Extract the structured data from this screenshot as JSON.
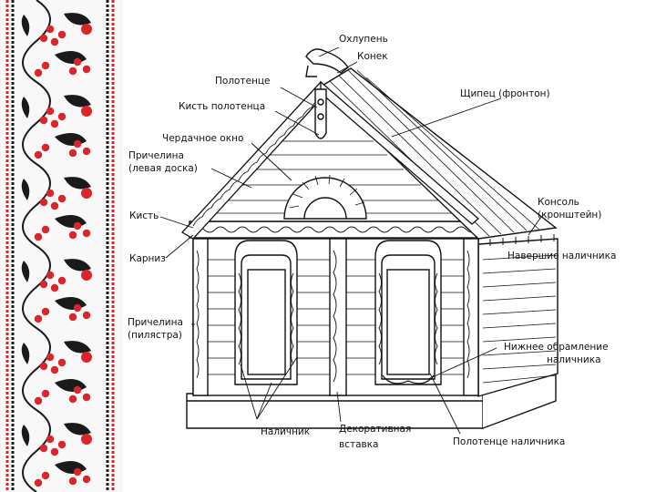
{
  "colors": {
    "red": "#d9262b",
    "dark": "#1a1a1a",
    "paper": "#f8f8f8",
    "ink": "#111111"
  },
  "labels": {
    "okhlupen": "Охлупень",
    "konek": "Конек",
    "polotentse": "Полотенце",
    "shchipets": "Щипец (фронтон)",
    "kist_polotentsa": "Кисть полотенца",
    "cherdachnoe_okno": "Чердачное окно",
    "prichelina_1": "Причелина",
    "prichelina_2": "(левая доска)",
    "konsol_1": "Консоль",
    "konsol_2": "(кронштейн)",
    "kist": "Кисть",
    "karniz": "Карниз",
    "navershie": "Навершие наличника",
    "prichelina_p1": "Причелина",
    "prichelina_p2": "(пилястра)",
    "nizhnee_1": "Нижнее обрамление",
    "nizhnee_2": "наличника",
    "nalichnik": "Наличник",
    "dekor_1": "Декоративная",
    "dekor_2": "вставка",
    "polotentse_nalichnika": "Полотенце наличника"
  }
}
